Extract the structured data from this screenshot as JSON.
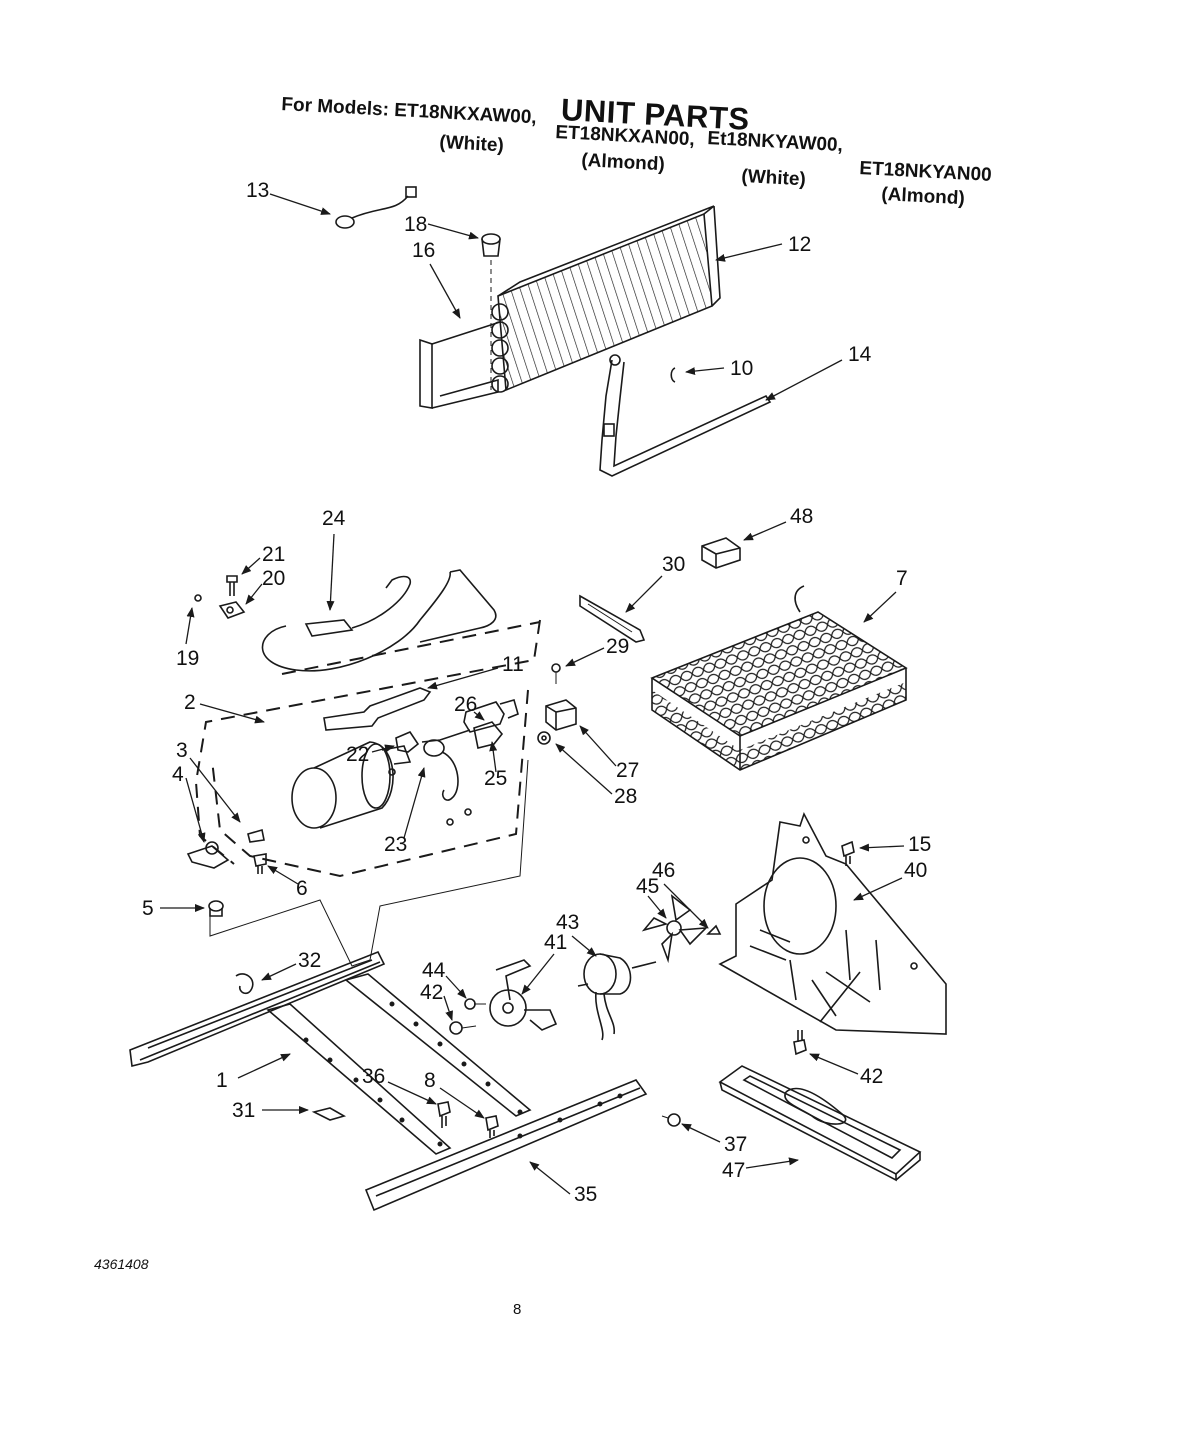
{
  "header": {
    "title": "UNIT PARTS",
    "models_prefix": "For Models:",
    "models": [
      {
        "code": "ET18NKXAW00,",
        "color": "(White)"
      },
      {
        "code": "ET18NKXAN00,",
        "color": "(Almond)"
      },
      {
        "code": "Et18NKYAW00,",
        "color": "(White)"
      },
      {
        "code": "ET18NKYAN00",
        "color": "(Almond)"
      }
    ]
  },
  "callouts": [
    {
      "id": "c13",
      "text": "13"
    },
    {
      "id": "c18",
      "text": "18"
    },
    {
      "id": "c16",
      "text": "16"
    },
    {
      "id": "c12",
      "text": "12"
    },
    {
      "id": "c10",
      "text": "10"
    },
    {
      "id": "c14",
      "text": "14"
    },
    {
      "id": "c24",
      "text": "24"
    },
    {
      "id": "c48",
      "text": "48"
    },
    {
      "id": "c21",
      "text": "21"
    },
    {
      "id": "c20",
      "text": "20"
    },
    {
      "id": "c30",
      "text": "30"
    },
    {
      "id": "c7",
      "text": "7"
    },
    {
      "id": "c19",
      "text": "19"
    },
    {
      "id": "c29",
      "text": "29"
    },
    {
      "id": "c11",
      "text": "11"
    },
    {
      "id": "c2",
      "text": "2"
    },
    {
      "id": "c26",
      "text": "26"
    },
    {
      "id": "c22",
      "text": "22"
    },
    {
      "id": "c27",
      "text": "27"
    },
    {
      "id": "c3",
      "text": "3"
    },
    {
      "id": "c4",
      "text": "4"
    },
    {
      "id": "c28",
      "text": "28"
    },
    {
      "id": "c25",
      "text": "25"
    },
    {
      "id": "c23",
      "text": "23"
    },
    {
      "id": "c15",
      "text": "15"
    },
    {
      "id": "c6",
      "text": "6"
    },
    {
      "id": "c46",
      "text": "46"
    },
    {
      "id": "c40",
      "text": "40"
    },
    {
      "id": "c45",
      "text": "45"
    },
    {
      "id": "c5",
      "text": "5"
    },
    {
      "id": "c43",
      "text": "43"
    },
    {
      "id": "c41",
      "text": "41"
    },
    {
      "id": "c32",
      "text": "32"
    },
    {
      "id": "c44",
      "text": "44"
    },
    {
      "id": "c42a",
      "text": "42"
    },
    {
      "id": "c42b",
      "text": "42"
    },
    {
      "id": "c1",
      "text": "1"
    },
    {
      "id": "c36",
      "text": "36"
    },
    {
      "id": "c8",
      "text": "8"
    },
    {
      "id": "c31",
      "text": "31"
    },
    {
      "id": "c37",
      "text": "37"
    },
    {
      "id": "c47",
      "text": "47"
    },
    {
      "id": "c35",
      "text": "35"
    }
  ],
  "footer": {
    "document_number": "4361408",
    "page_number": "8"
  }
}
